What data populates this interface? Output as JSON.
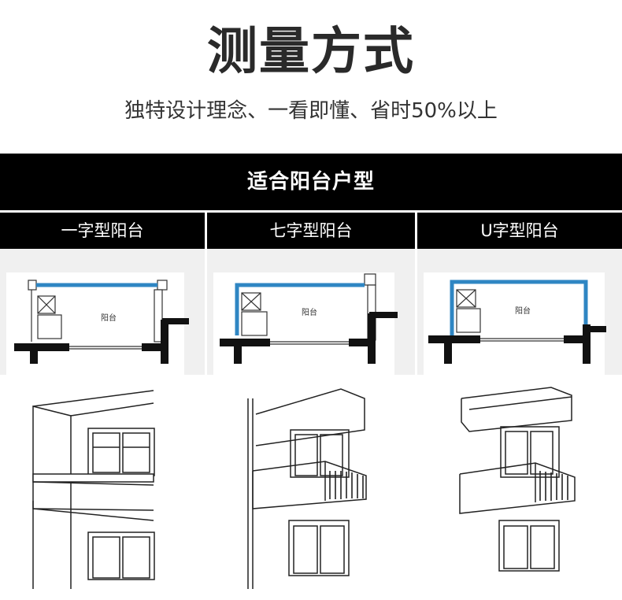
{
  "header": {
    "title": "测量方式",
    "subtitle": "独特设计理念、一看即懂、省时50%以上"
  },
  "banner": {
    "label": "适合阳台户型"
  },
  "columns": [
    {
      "heading": "一字型阳台",
      "room_label": "阳台"
    },
    {
      "heading": "七字型阳台",
      "room_label": "阳台"
    },
    {
      "heading": "U字型阳台",
      "room_label": "阳台"
    }
  ],
  "colors": {
    "accent_blue": "#2f86c3",
    "header_black": "#000000",
    "panel_bg": "#f0f0f0"
  }
}
